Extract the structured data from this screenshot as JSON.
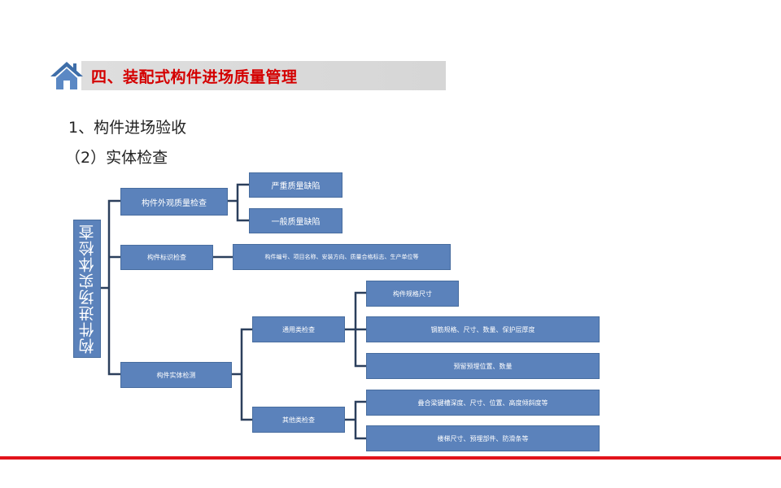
{
  "header": {
    "title": "四、装配式构件进场质量管理"
  },
  "section": {
    "heading1": "1、构件进场验收",
    "heading2": "（2）实体检查"
  },
  "diagram": {
    "root": "构件进场实体检查",
    "appearance": {
      "label": "构件外观质量检查",
      "children": [
        "严重质量缺陷",
        "一般质量缺陷"
      ]
    },
    "marking": {
      "label": "构件标识检查",
      "detail": "构件编号、项目名称、安装方向、质量合格标志、生产单位等"
    },
    "entity": {
      "label": "构件实体检测",
      "general": {
        "label": "通用类检查",
        "children": [
          "构件规格尺寸",
          "钢筋规格、尺寸、数量、保护层厚度",
          "预留预埋位置、数量"
        ]
      },
      "other": {
        "label": "其他类检查",
        "children": [
          "叠合梁键槽深度、尺寸、位置、高度倾斜度等",
          "楼梯尺寸、预埋部件、防滑条等"
        ]
      }
    }
  },
  "colors": {
    "box": "#5b82bb",
    "title_red": "#d40000",
    "accent_line": "#e2131b",
    "connector": "#2b3f5c"
  }
}
